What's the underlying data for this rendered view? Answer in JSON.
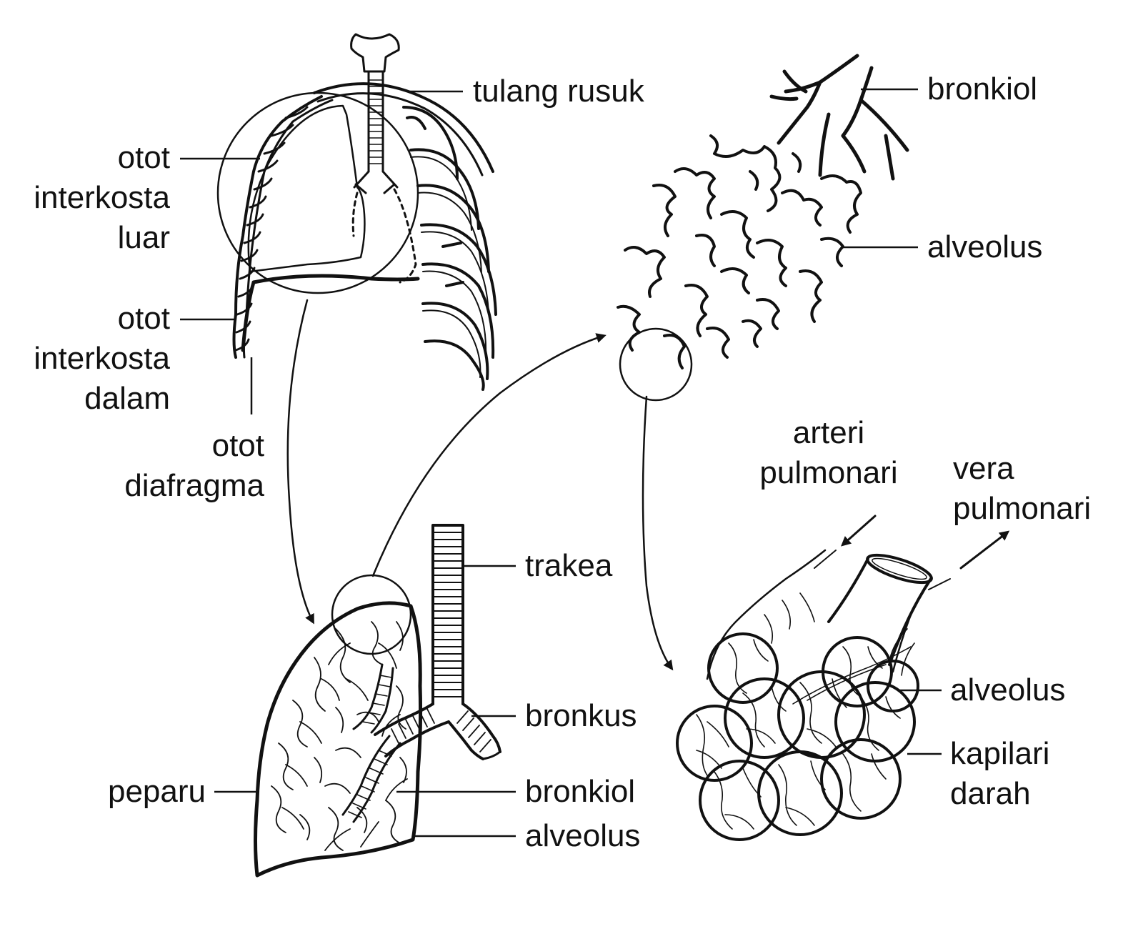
{
  "colors": {
    "ink": "#111111",
    "paper": "#ffffff"
  },
  "labels": {
    "tulang_rusuk": "tulang rusuk",
    "otot_interkosta_luar": [
      "otot",
      "interkosta",
      "luar"
    ],
    "otot_interkosta_dalam": [
      "otot",
      "interkosta",
      "dalam"
    ],
    "otot_diafragma": [
      "otot",
      "diafragma"
    ],
    "bronkiol_top": "bronkiol",
    "alveolus_top": "alveolus",
    "trakea": "trakea",
    "bronkus": "bronkus",
    "peparu": "peparu",
    "bronkiol_bottom": "bronkiol",
    "alveolus_bottom": "alveolus",
    "arteri_pulmonari": [
      "arteri",
      "pulmonari"
    ],
    "vena_pulmonari": [
      "vera",
      "pulmonari"
    ],
    "alveolus_right": "alveolus",
    "kapilari_darah": [
      "kapilari",
      "darah"
    ]
  }
}
